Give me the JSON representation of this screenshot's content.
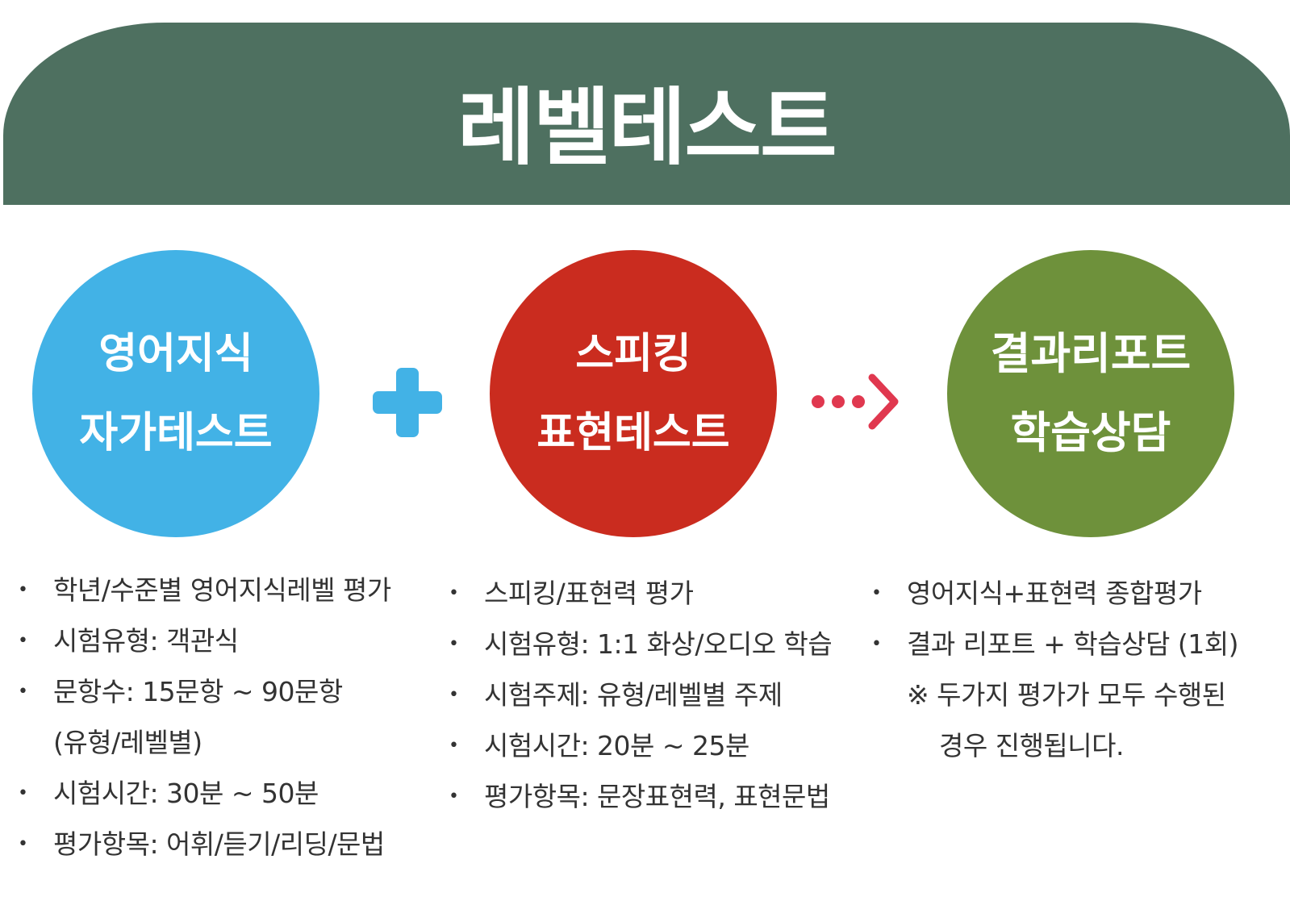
{
  "banner": {
    "title": "레벨테스트",
    "color": "#4e7060"
  },
  "steps": [
    {
      "lines": [
        "영어지식",
        "자가테스트"
      ],
      "color": "#42b2e6"
    },
    {
      "lines": [
        "스피킹",
        "표현테스트"
      ],
      "color": "#ca2c1f"
    },
    {
      "lines": [
        "결과리포트",
        "학습상담"
      ],
      "color": "#6e913b"
    }
  ],
  "connectors": {
    "plus_icon": "plus-icon",
    "plus_color": "#42b2e6",
    "arrow_icon": "dotted-arrow-right-icon",
    "arrow_color": "#e0384f"
  },
  "details": [
    {
      "items": [
        "학년/수준별 영어지식레벨 평가",
        "시험유형: 객관식",
        "문항수: 15문항 ~ 90문항",
        "(유형/레벨별)",
        "시험시간: 30분 ~ 50분",
        "평가항목: 어휘/듣기/리딩/문법"
      ]
    },
    {
      "items": [
        "스피킹/표현력 평가",
        "시험유형: 1:1 화상/오디오 학습",
        "시험주제: 유형/레벨별 주제",
        "시험시간: 20분 ~ 25분",
        "평가항목: 문장표현력, 표현문법"
      ]
    },
    {
      "items": [
        "영어지식+표현력 종합평가",
        "결과 리포트 + 학습상담 (1회)",
        "※ 두가지 평가가 모두 수행된",
        "경우 진행됩니다."
      ]
    }
  ]
}
